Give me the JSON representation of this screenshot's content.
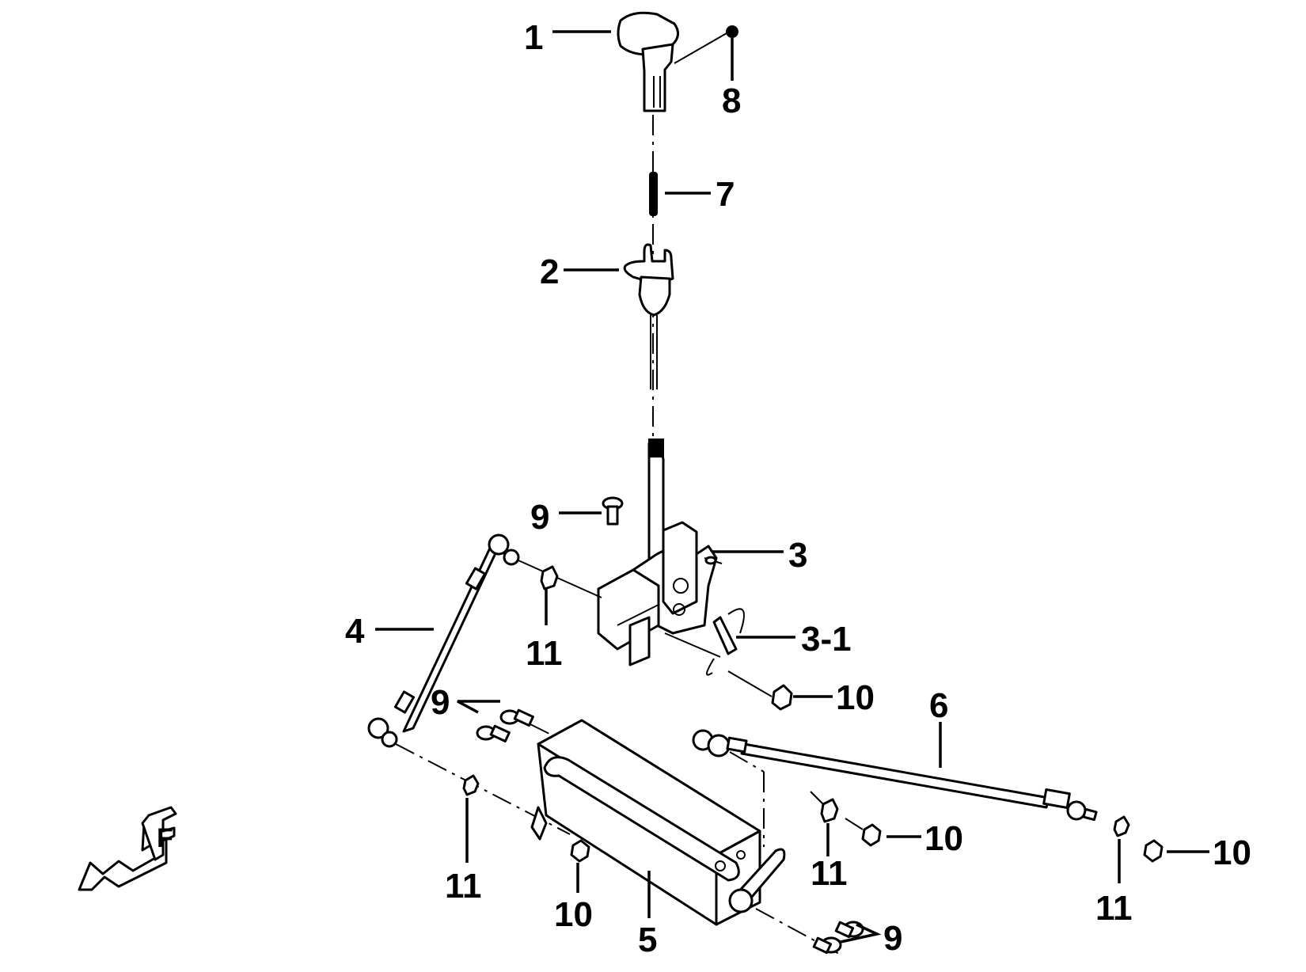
{
  "colors": {
    "ink": "#000000",
    "paper": "#ffffff"
  },
  "icons": {
    "direction_marker": "front-direction-arrow-icon"
  },
  "direction_marker_letter": "F",
  "callouts": {
    "c1": "1",
    "c2": "2",
    "c3": "3",
    "c3_1": "3-1",
    "c4": "4",
    "c5": "5",
    "c6": "6",
    "c7": "7",
    "c8": "8",
    "c9a": "9",
    "c9b": "9",
    "c9c": "9",
    "c10a": "10",
    "c10b": "10",
    "c10c": "10",
    "c10d": "10",
    "c11a": "11",
    "c11b": "11",
    "c11c": "11",
    "c11d": "11"
  }
}
